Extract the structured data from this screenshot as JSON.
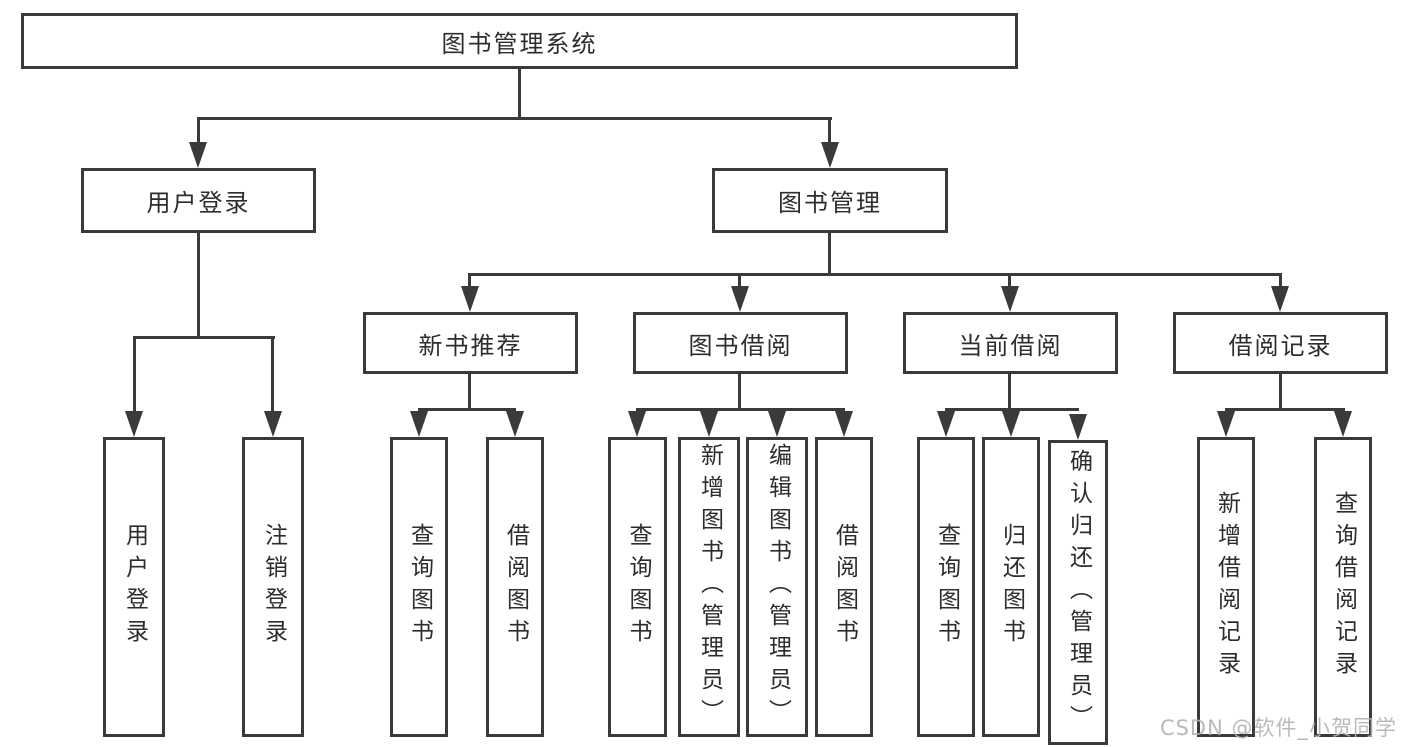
{
  "diagram_type": "hierarchy-tree",
  "colors": {
    "line": "#3a3a3a",
    "box_border": "#3a3a3a",
    "text": "#2d2d2d",
    "background": "#ffffff",
    "watermark": "#b3b3b3"
  },
  "tree": {
    "label": "图书管理系统",
    "children": [
      {
        "label": "用户登录",
        "children": [
          {
            "label": "用户登录"
          },
          {
            "label": "注销登录"
          }
        ]
      },
      {
        "label": "图书管理",
        "children": [
          {
            "label": "新书推荐",
            "children": [
              {
                "label": "查询图书"
              },
              {
                "label": "借阅图书"
              }
            ]
          },
          {
            "label": "图书借阅",
            "children": [
              {
                "label": "查询图书"
              },
              {
                "label": "新增图书（管理员）"
              },
              {
                "label": "编辑图书（管理员）"
              },
              {
                "label": "借阅图书"
              }
            ]
          },
          {
            "label": "当前借阅",
            "children": [
              {
                "label": "查询图书"
              },
              {
                "label": "归还图书"
              },
              {
                "label": "确认归还（管理员）"
              }
            ]
          },
          {
            "label": "借阅记录",
            "children": [
              {
                "label": "新增借阅记录"
              },
              {
                "label": "查询借阅记录"
              }
            ]
          }
        ]
      }
    ]
  },
  "watermark": "CSDN @软件_小贺同学"
}
